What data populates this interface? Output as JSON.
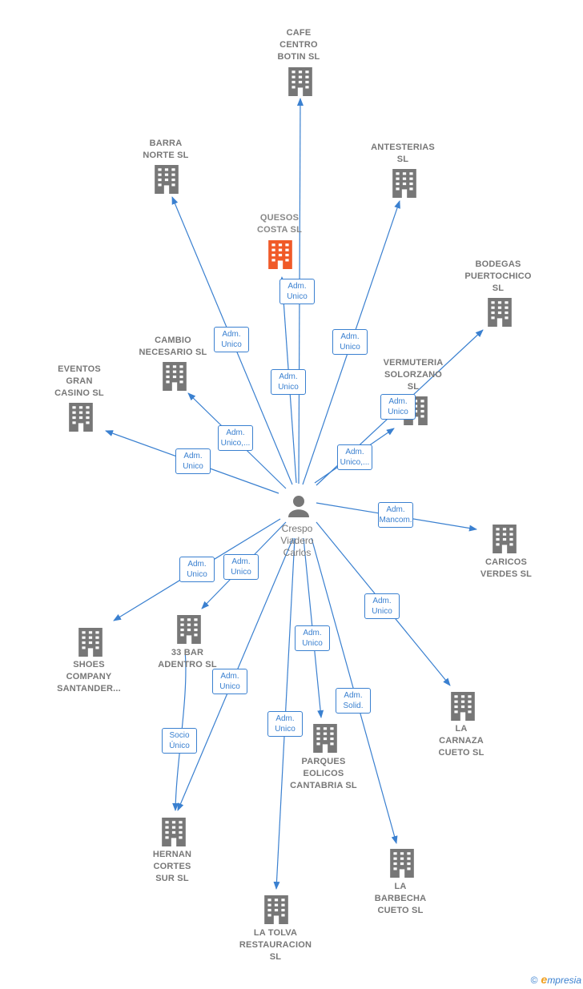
{
  "center": {
    "name_lines": [
      "Crespo",
      "Viadero",
      "Carlos"
    ],
    "icon": "person-icon"
  },
  "colors": {
    "edge": "#3a80d0",
    "building": "#777777",
    "highlight": "#f05a28"
  },
  "nodes": [
    {
      "id": "cafe-centro-botin",
      "lines": [
        "CAFE",
        "CENTRO",
        "BOTIN  SL"
      ],
      "icon": "building-icon",
      "highlight": false
    },
    {
      "id": "barra-norte",
      "lines": [
        "BARRA",
        "NORTE SL"
      ],
      "icon": "building-icon",
      "highlight": false
    },
    {
      "id": "antesterias",
      "lines": [
        "ANTESTERIAS",
        "SL"
      ],
      "icon": "building-icon",
      "highlight": false
    },
    {
      "id": "quesos-costa",
      "lines": [
        "QUESOS",
        "COSTA  SL"
      ],
      "icon": "building-icon",
      "highlight": true
    },
    {
      "id": "bodegas-puertochico",
      "lines": [
        "BODEGAS",
        "PUERTOCHICO",
        "SL"
      ],
      "icon": "building-icon",
      "highlight": false
    },
    {
      "id": "cambio-necesario",
      "lines": [
        "CAMBIO",
        "NECESARIO SL"
      ],
      "icon": "building-icon",
      "highlight": false
    },
    {
      "id": "vermuteria-solorzano",
      "lines": [
        "VERMUTERIA",
        "SOLORZANO",
        "SL"
      ],
      "icon": "building-icon",
      "highlight": false
    },
    {
      "id": "eventos-gran-casino",
      "lines": [
        "EVENTOS",
        "GRAN",
        "CASINO  SL"
      ],
      "icon": "building-icon",
      "highlight": false
    },
    {
      "id": "caricos-verdes",
      "lines": [
        "CARICOS",
        "VERDES  SL"
      ],
      "icon": "building-icon",
      "highlight": false
    },
    {
      "id": "shoes-company",
      "lines": [
        "SHOES",
        "COMPANY",
        "SANTANDER..."
      ],
      "icon": "building-icon",
      "highlight": false
    },
    {
      "id": "33-bar-adentro",
      "lines": [
        "33 BAR",
        "ADENTRO  SL"
      ],
      "icon": "building-icon",
      "highlight": false
    },
    {
      "id": "la-carnaza-cueto",
      "lines": [
        "LA",
        "CARNAZA",
        "CUETO  SL"
      ],
      "icon": "building-icon",
      "highlight": false
    },
    {
      "id": "parques-eolicos",
      "lines": [
        "PARQUES",
        "EOLICOS",
        "CANTABRIA SL"
      ],
      "icon": "building-icon",
      "highlight": false
    },
    {
      "id": "hernan-cortes-sur",
      "lines": [
        "HERNAN",
        "CORTES",
        "SUR  SL"
      ],
      "icon": "building-icon",
      "highlight": false
    },
    {
      "id": "la-barbecha-cueto",
      "lines": [
        "LA",
        "BARBECHA",
        "CUETO  SL"
      ],
      "icon": "building-icon",
      "highlight": false
    },
    {
      "id": "la-tolva-restauracion",
      "lines": [
        "LA TOLVA",
        "RESTAURACION",
        "SL"
      ],
      "icon": "building-icon",
      "highlight": false
    }
  ],
  "edges": [
    {
      "from": "center",
      "to": "cafe-centro-botin",
      "lines": [
        "Adm.",
        "Unico"
      ]
    },
    {
      "from": "center",
      "to": "barra-norte",
      "lines": [
        "Adm.",
        "Unico"
      ]
    },
    {
      "from": "center",
      "to": "antesterias",
      "lines": [
        "Adm.",
        "Unico"
      ]
    },
    {
      "from": "center",
      "to": "quesos-costa",
      "lines": [
        "Adm.",
        "Unico"
      ]
    },
    {
      "from": "center",
      "to": "bodegas-puertochico",
      "lines": [
        "Adm.",
        "Unico"
      ]
    },
    {
      "from": "center",
      "to": "cambio-necesario",
      "lines": [
        "Adm.",
        "Unico,..."
      ]
    },
    {
      "from": "center",
      "to": "vermuteria-solorzano",
      "lines": [
        "Adm.",
        "Unico,..."
      ]
    },
    {
      "from": "center",
      "to": "eventos-gran-casino",
      "lines": [
        "Adm.",
        "Unico"
      ]
    },
    {
      "from": "center",
      "to": "caricos-verdes",
      "lines": [
        "Adm.",
        "Mancom."
      ]
    },
    {
      "from": "center",
      "to": "shoes-company",
      "lines": [
        "Adm.",
        "Unico"
      ]
    },
    {
      "from": "center",
      "to": "33-bar-adentro",
      "lines": [
        "Adm.",
        "Unico"
      ]
    },
    {
      "from": "center",
      "to": "la-carnaza-cueto",
      "lines": [
        "Adm.",
        "Unico"
      ]
    },
    {
      "from": "center",
      "to": "parques-eolicos",
      "lines": [
        "Adm.",
        "Unico"
      ]
    },
    {
      "from": "center",
      "to": "hernan-cortes-sur",
      "lines": [
        "Adm.",
        "Unico"
      ]
    },
    {
      "from": "33-bar-adentro",
      "to": "hernan-cortes-sur",
      "lines": [
        "Socio",
        "Único"
      ]
    },
    {
      "from": "center",
      "to": "la-barbecha-cueto",
      "lines": [
        "Adm.",
        "Solid."
      ]
    },
    {
      "from": "center",
      "to": "la-tolva-restauracion",
      "lines": [
        "Adm.",
        "Unico"
      ]
    }
  ],
  "brand": {
    "copyright": "©",
    "initial": "e",
    "rest": "mpresia"
  }
}
